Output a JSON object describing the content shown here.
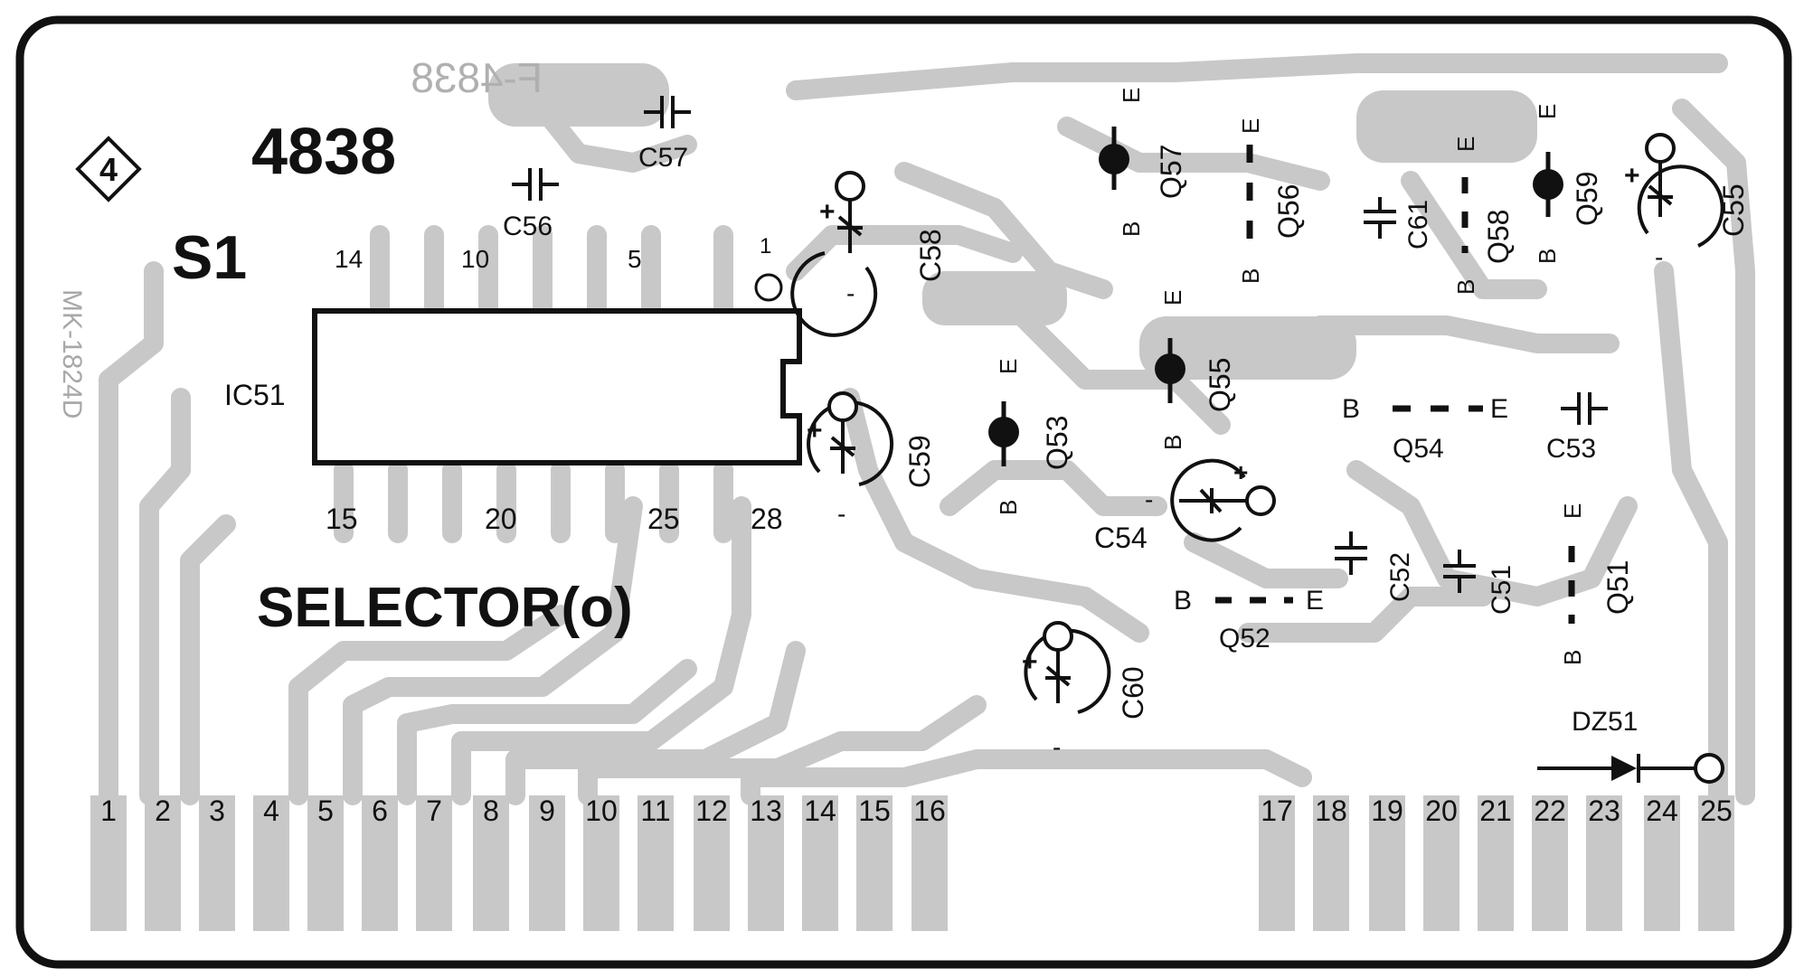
{
  "board": {
    "badge": "4",
    "number": "4838",
    "mirrored_number": "F-4838",
    "side_text": "MK-1824D",
    "label_s1": "S1",
    "title": "SELECTOR(o)"
  },
  "ic": {
    "name": "IC51",
    "pins_top": [
      "14",
      "10",
      "5",
      "1"
    ],
    "pins_bottom": [
      "15",
      "20",
      "25",
      "28"
    ]
  },
  "transistors": [
    {
      "ref": "Q57",
      "b": "B",
      "e": "E",
      "style": "solid"
    },
    {
      "ref": "Q56",
      "b": "B",
      "e": "E",
      "style": "dashed"
    },
    {
      "ref": "Q58",
      "b": "B",
      "e": "E",
      "style": "dashed"
    },
    {
      "ref": "Q59",
      "b": "B",
      "e": "E",
      "style": "solid"
    },
    {
      "ref": "Q55",
      "b": "B",
      "e": "E",
      "style": "solid"
    },
    {
      "ref": "Q53",
      "b": "B",
      "e": "E",
      "style": "solid"
    },
    {
      "ref": "Q54",
      "b": "B",
      "e": "E",
      "style": "dashed"
    },
    {
      "ref": "Q52",
      "b": "B",
      "e": "E",
      "style": "dashed"
    },
    {
      "ref": "Q51",
      "b": "B",
      "e": "E",
      "style": "dashed"
    }
  ],
  "capacitors": [
    "C57",
    "C56",
    "C61",
    "C53",
    "C52",
    "C51"
  ],
  "electrolytics": [
    {
      "ref": "C58",
      "plus": "+",
      "minus": "-"
    },
    {
      "ref": "C55",
      "plus": "+",
      "minus": "-"
    },
    {
      "ref": "C59",
      "plus": "+",
      "minus": "-"
    },
    {
      "ref": "C54",
      "plus": "+",
      "minus": "-"
    },
    {
      "ref": "C60",
      "plus": "+",
      "minus": "-"
    }
  ],
  "diode": {
    "ref": "DZ51"
  },
  "connector_pins": [
    "1",
    "2",
    "3",
    "4",
    "5",
    "6",
    "7",
    "8",
    "9",
    "10",
    "11",
    "12",
    "13",
    "14",
    "15",
    "16",
    "17",
    "18",
    "19",
    "20",
    "21",
    "22",
    "23",
    "24",
    "25"
  ],
  "colors": {
    "outline": "#111111",
    "copper": "#c4c4c4",
    "board": "#ffffff"
  }
}
